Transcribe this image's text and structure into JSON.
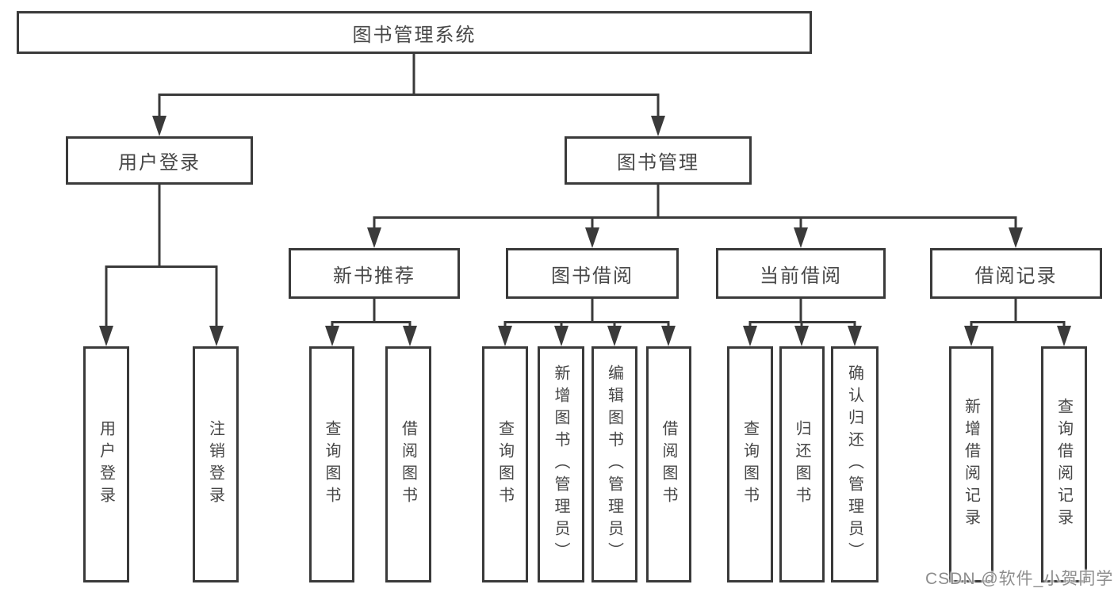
{
  "tree": {
    "root": {
      "label": "图书管理系统"
    },
    "user_branch": {
      "label": "用户登录",
      "children": [
        {
          "label": "用户登录"
        },
        {
          "label": "注销登录"
        }
      ]
    },
    "book_branch": {
      "label": "图书管理",
      "groups": [
        {
          "label": "新书推荐",
          "children": [
            {
              "label": "查询图书"
            },
            {
              "label": "借阅图书"
            }
          ]
        },
        {
          "label": "图书借阅",
          "children": [
            {
              "label": "查询图书"
            },
            {
              "label": "新增图书（管理员）"
            },
            {
              "label": "编辑图书（管理员）"
            },
            {
              "label": "借阅图书"
            }
          ]
        },
        {
          "label": "当前借阅",
          "children": [
            {
              "label": "查询图书"
            },
            {
              "label": "归还图书"
            },
            {
              "label": "确认归还（管理员）"
            }
          ]
        },
        {
          "label": "借阅记录",
          "children": [
            {
              "label": "新增借阅记录"
            },
            {
              "label": "查询借阅记录"
            }
          ]
        }
      ]
    }
  },
  "watermark": "CSDN @软件_小贺同学",
  "colors": {
    "line": "#3a3a3a",
    "text": "#474747",
    "watermark_gray": "#8d8d8d",
    "background": "#ffffff"
  }
}
